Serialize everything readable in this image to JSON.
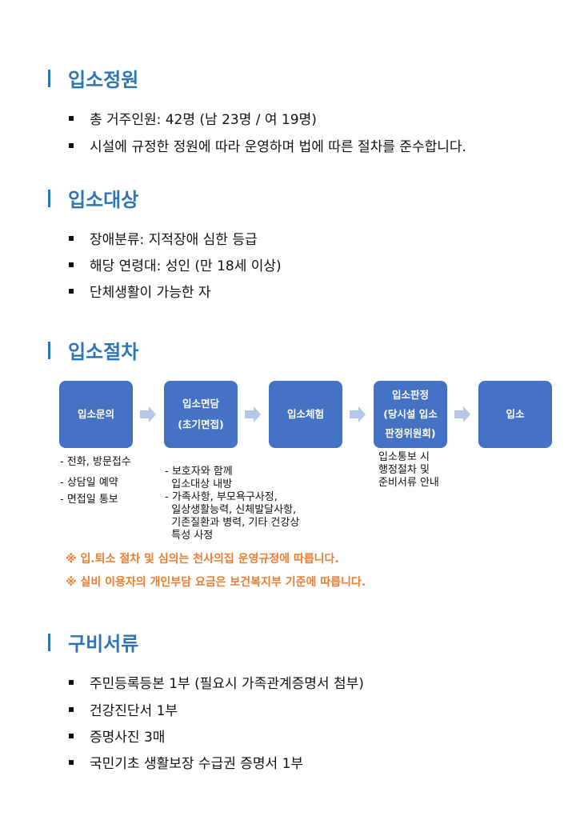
{
  "sections": {
    "capacity": {
      "title": "입소정원",
      "items": [
        "총 거주인원:  42명 (남 23명 / 여 19명)",
        "시설에 규정한 정원에 따라 운영하며 법에 따른 절차를 준수합니다."
      ]
    },
    "target": {
      "title": "입소대상",
      "items": [
        "장애분류:  지적장애 심한 등급",
        "해당 연령대:  성인 (만 18세 이상)",
        "단체생활이 가능한 자"
      ]
    },
    "procedure": {
      "title": "입소절차",
      "steps": [
        {
          "label": "입소문의"
        },
        {
          "label": "입소면담",
          "sub": "(초기면접)"
        },
        {
          "label": "입소체험"
        },
        {
          "label": "입소판정",
          "sub": "(당시설 입소",
          "sub2": "판정위원회)"
        },
        {
          "label": "입소"
        }
      ],
      "notes1": [
        "- 전화, 방문접수",
        "- 상담일 예약",
        "- 면접일 통보"
      ],
      "notes2": [
        "- 보호자와 함께",
        "  입소대상 내방",
        "- 가족사항, 부모욕구사정,",
        "  일상생활능력, 신체발달사항,",
        "  기존질환과 병력, 기타 건강상",
        "  특성 사정"
      ],
      "notes4": [
        "입소통보 시",
        "행정절차 및",
        "준비서류 안내"
      ],
      "remarks": [
        "※ 입.퇴소 절차 및 심의는 천사의집 운영규정에 따릅니다.",
        "※ 실비 이용자의 개인부담 요금은 보건복지부 기준에 따릅니다."
      ]
    },
    "documents": {
      "title": "구비서류",
      "items": [
        "주민등록등본 1부 (필요시 가족관계증명서 첨부)",
        "건강진단서 1부",
        "증명사진 3매",
        "국민기초 생활보장 수급권 증명서 1부"
      ]
    }
  },
  "colors": {
    "heading": "#2e75b6",
    "box": "#4472c4",
    "arrow": "#b4c7e7",
    "remark": "#ed7d31"
  }
}
